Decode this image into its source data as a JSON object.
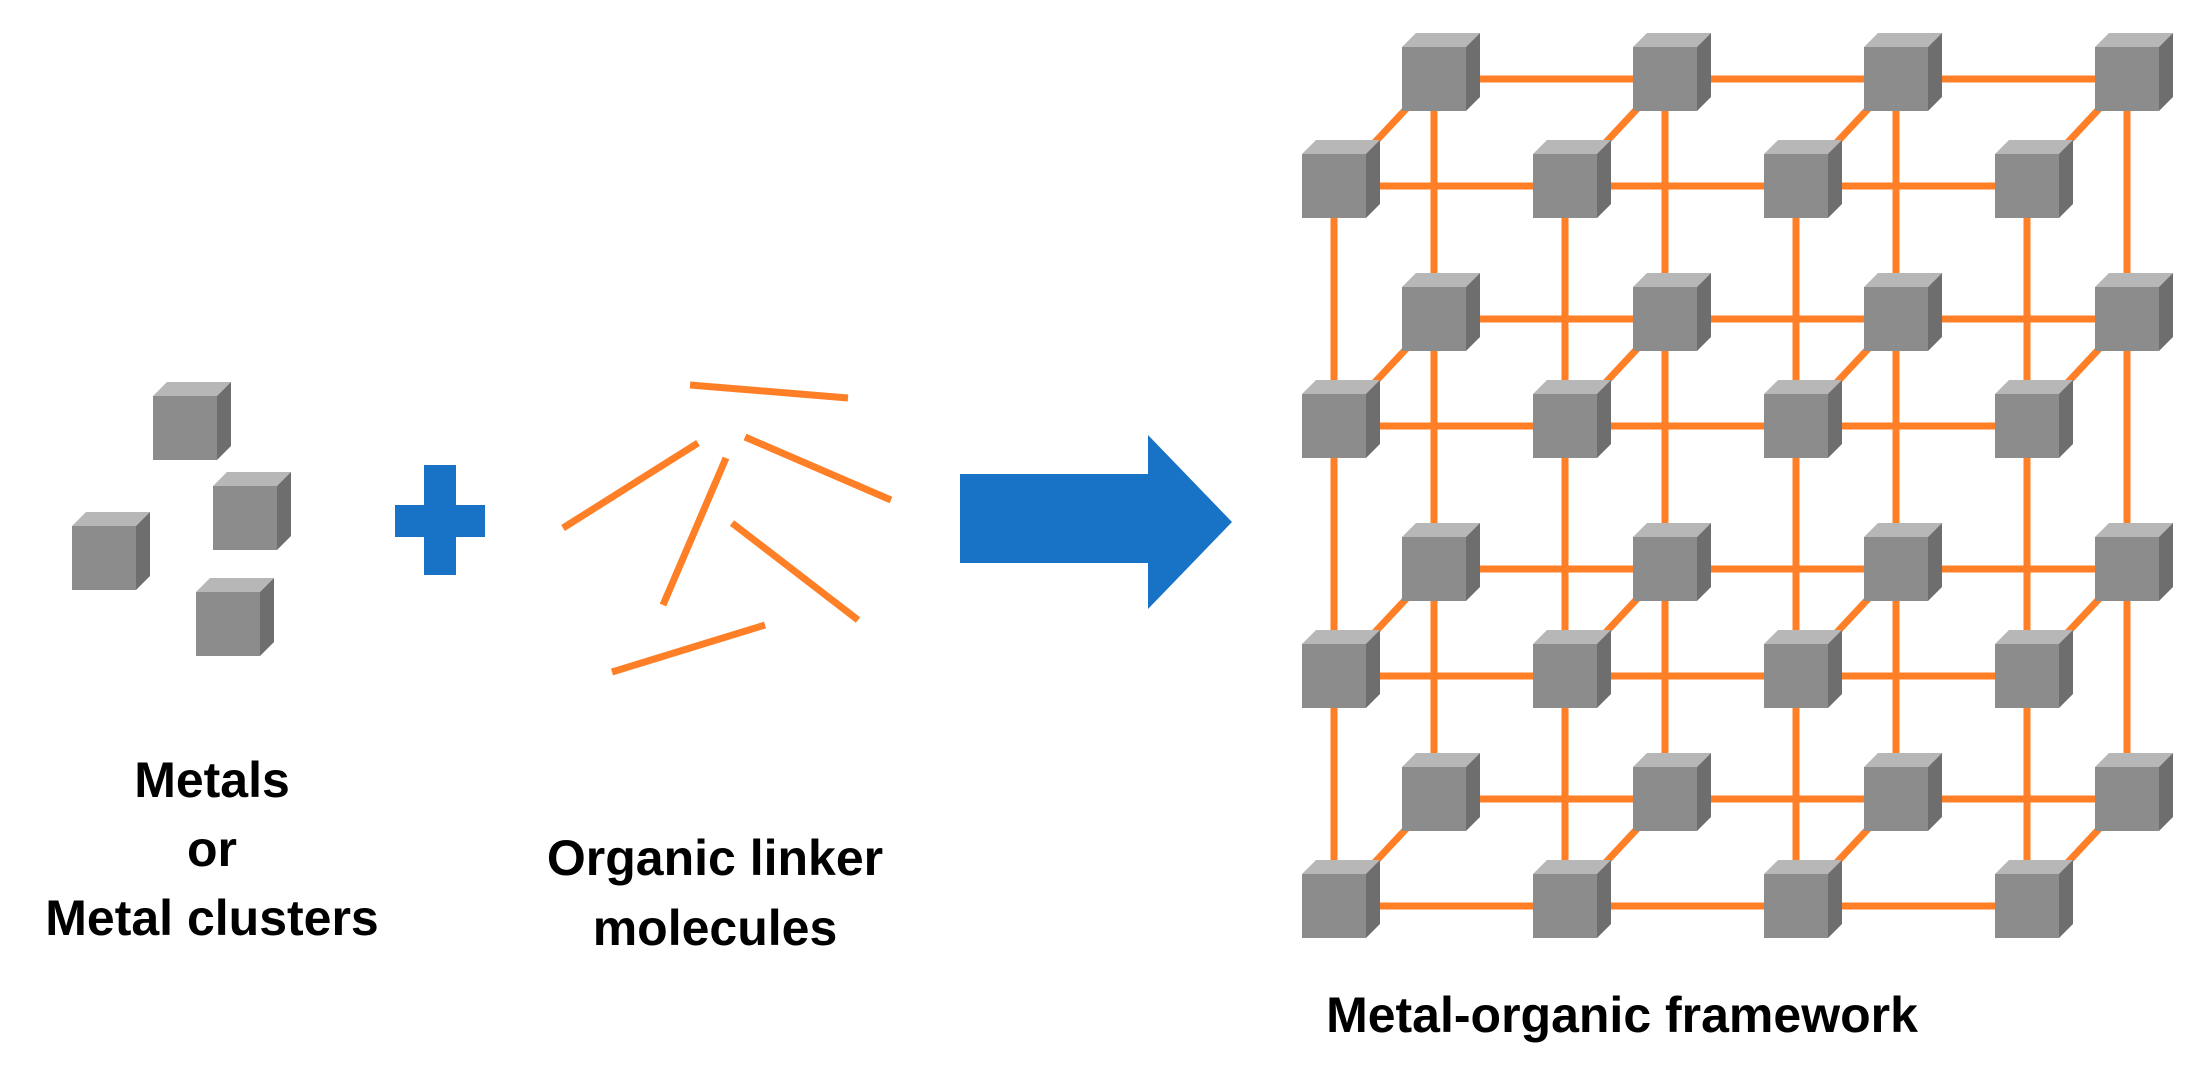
{
  "colors": {
    "background": "#ffffff",
    "cube_front": "#8c8c8c",
    "cube_top": "#b7b7b7",
    "cube_side": "#6e6e6e",
    "linker": "#ff7f27",
    "plus_sign": "#1872c6",
    "arrow": "#1872c6",
    "label_text": "#000000"
  },
  "icons": {
    "metal_node": "metal-cube-icon",
    "linker": "organic-linker-rod",
    "plus": "plus-icon",
    "arrow": "right-arrow-icon"
  },
  "labels": {
    "metals_line1": "Metals",
    "metals_line2": "or",
    "metals_line3": "Metal clusters",
    "linker_line1": "Organic linker",
    "linker_line2": "molecules",
    "framework": "Metal-organic framework"
  },
  "framework": {
    "columns": 4,
    "rows": 4,
    "layers": 2
  }
}
